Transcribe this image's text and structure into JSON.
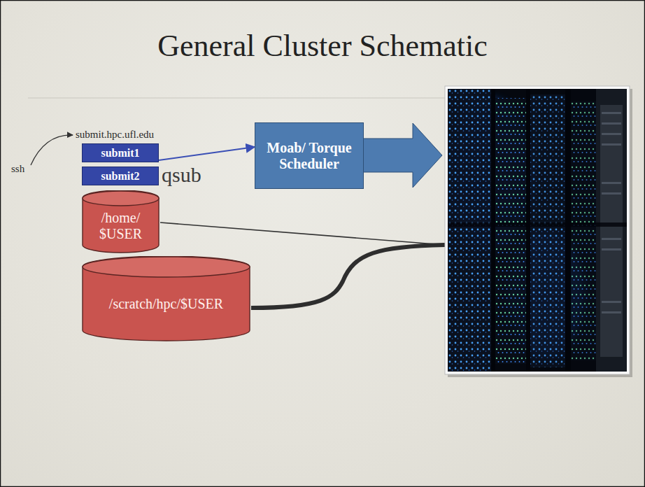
{
  "diagram": {
    "title": "General Cluster Schematic",
    "nodes": [
      {
        "text": [
          "submit1"
        ]
      },
      {
        "text": [
          "submit2"
        ]
      },
      {
        "text": [
          "Moab/ Torque Scheduler"
        ]
      },
      {
        "text": [
          "/home/ $USER"
        ]
      },
      {
        "text": [
          "/scratch/hpc/$USER"
        ]
      }
    ],
    "edges": [
      {
        "from": 0,
        "to": 2,
        "arrow": "to",
        "label": "qsub"
      }
    ],
    "labels": [
      "submit.hpc.ufl.edu",
      "ssh"
    ]
  }
}
